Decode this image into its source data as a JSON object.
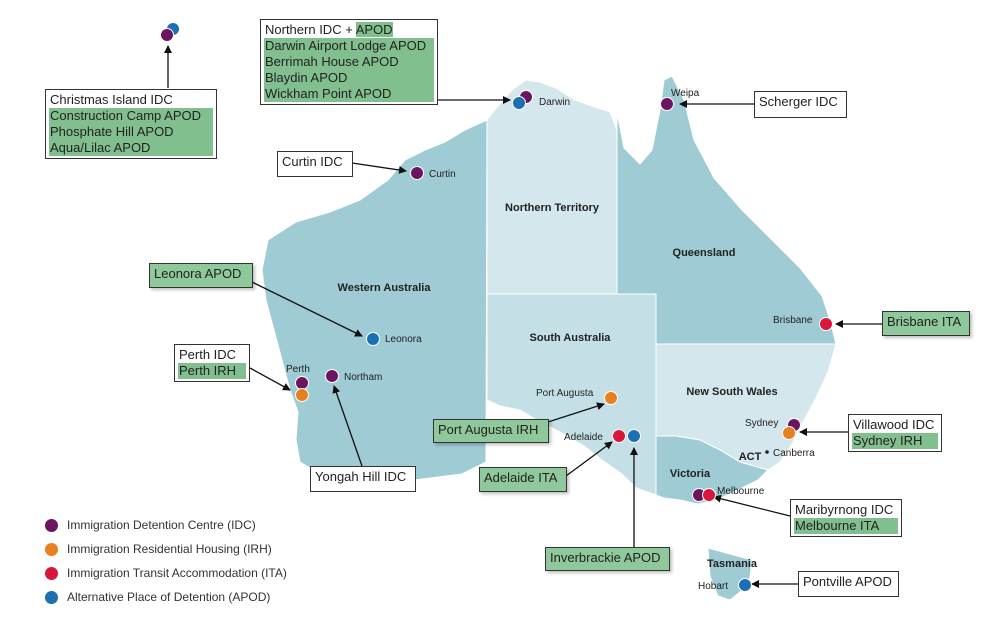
{
  "colors": {
    "IDC": "#6b1560",
    "IRH": "#e8801e",
    "ITA": "#d8183a",
    "APOD": "#1b6fb3"
  },
  "states": {
    "wa": "Western Australia",
    "nt": "Northern Territory",
    "sa": "South Australia",
    "qld": "Queensland",
    "nsw": "New South Wales",
    "act": "ACT",
    "vic": "Victoria",
    "tas": "Tasmania"
  },
  "places": {
    "darwin": "Darwin",
    "weipa": "Weipa",
    "curtin": "Curtin",
    "leonora": "Leonora",
    "perth": "Perth",
    "northam": "Northam",
    "port_augusta": "Port Augusta",
    "adelaide": "Adelaide",
    "brisbane": "Brisbane",
    "sydney": "Sydney",
    "canberra": "Canberra",
    "melbourne": "Melbourne",
    "hobart": "Hobart"
  },
  "callouts": {
    "christmas": [
      "Christmas Island IDC",
      "Construction Camp APOD",
      "Phosphate Hill APOD",
      "Aqua/Lilac APOD"
    ],
    "northern_title": "Northern IDC + ",
    "northern_apod": "APOD",
    "northern": [
      "Darwin Airport Lodge APOD",
      "Berrimah House APOD",
      "Blaydin APOD",
      "Wickham Point APOD"
    ],
    "scherger": "Scherger IDC",
    "curtin": "Curtin IDC",
    "leonora": "Leonora APOD",
    "perth_idc": "Perth IDC",
    "perth_irh": "Perth IRH",
    "yongah": "Yongah Hill IDC",
    "port_augusta": "Port Augusta IRH",
    "adelaide": "Adelaide ITA",
    "inverbrackie": "Inverbrackie APOD",
    "brisbane": "Brisbane ITA",
    "villawood": "Villawood IDC",
    "sydney_irh": "Sydney IRH",
    "maribyrnong": "Maribyrnong IDC",
    "melbourne_ita": "Melbourne ITA",
    "pontville": "Pontville APOD"
  },
  "legend": [
    {
      "label": "Immigration Detention Centre (IDC)",
      "color": "#6b1560"
    },
    {
      "label": "Immigration Residential Housing (IRH)",
      "color": "#e8801e"
    },
    {
      "label": "Immigration Transit Accommodation (ITA)",
      "color": "#d8183a"
    },
    {
      "label": "Alternative Place of Detention (APOD)",
      "color": "#1b6fb3"
    }
  ]
}
